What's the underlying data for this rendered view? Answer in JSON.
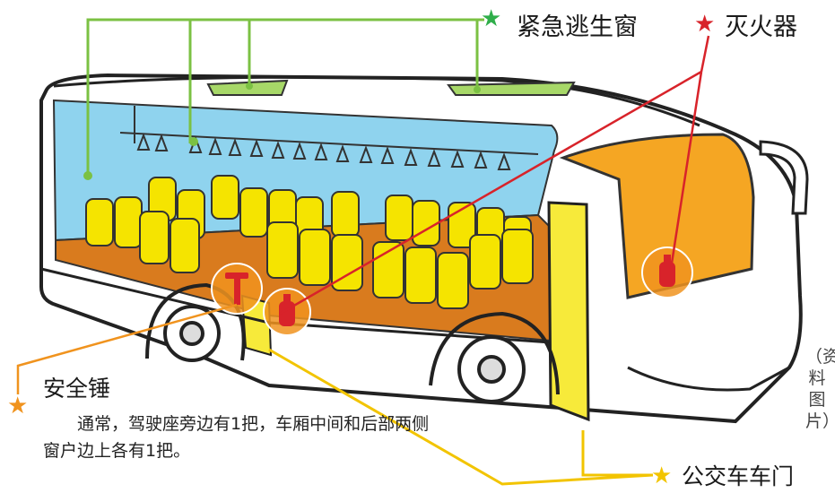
{
  "labels": {
    "emergency_window": "紧急逃生窗",
    "extinguisher": "灭火器",
    "safety_hammer": "安全锤",
    "bus_door": "公交车车门"
  },
  "note": "通常，驾驶座旁边有1把，车厢中间和后部两侧窗户边上各有1把。",
  "source": "（资料图片）",
  "colors": {
    "window_line": "#7bc143",
    "extinguisher_line": "#d8232a",
    "hammer_line": "#f0931e",
    "door_line": "#f2c400",
    "interior_glass": "#8fd3ee",
    "seat": "#f5e400",
    "floor": "#d97b1e",
    "front_cab": "#f5a623"
  },
  "icons": [
    "star-icon",
    "hammer-icon",
    "extinguisher-icon"
  ]
}
